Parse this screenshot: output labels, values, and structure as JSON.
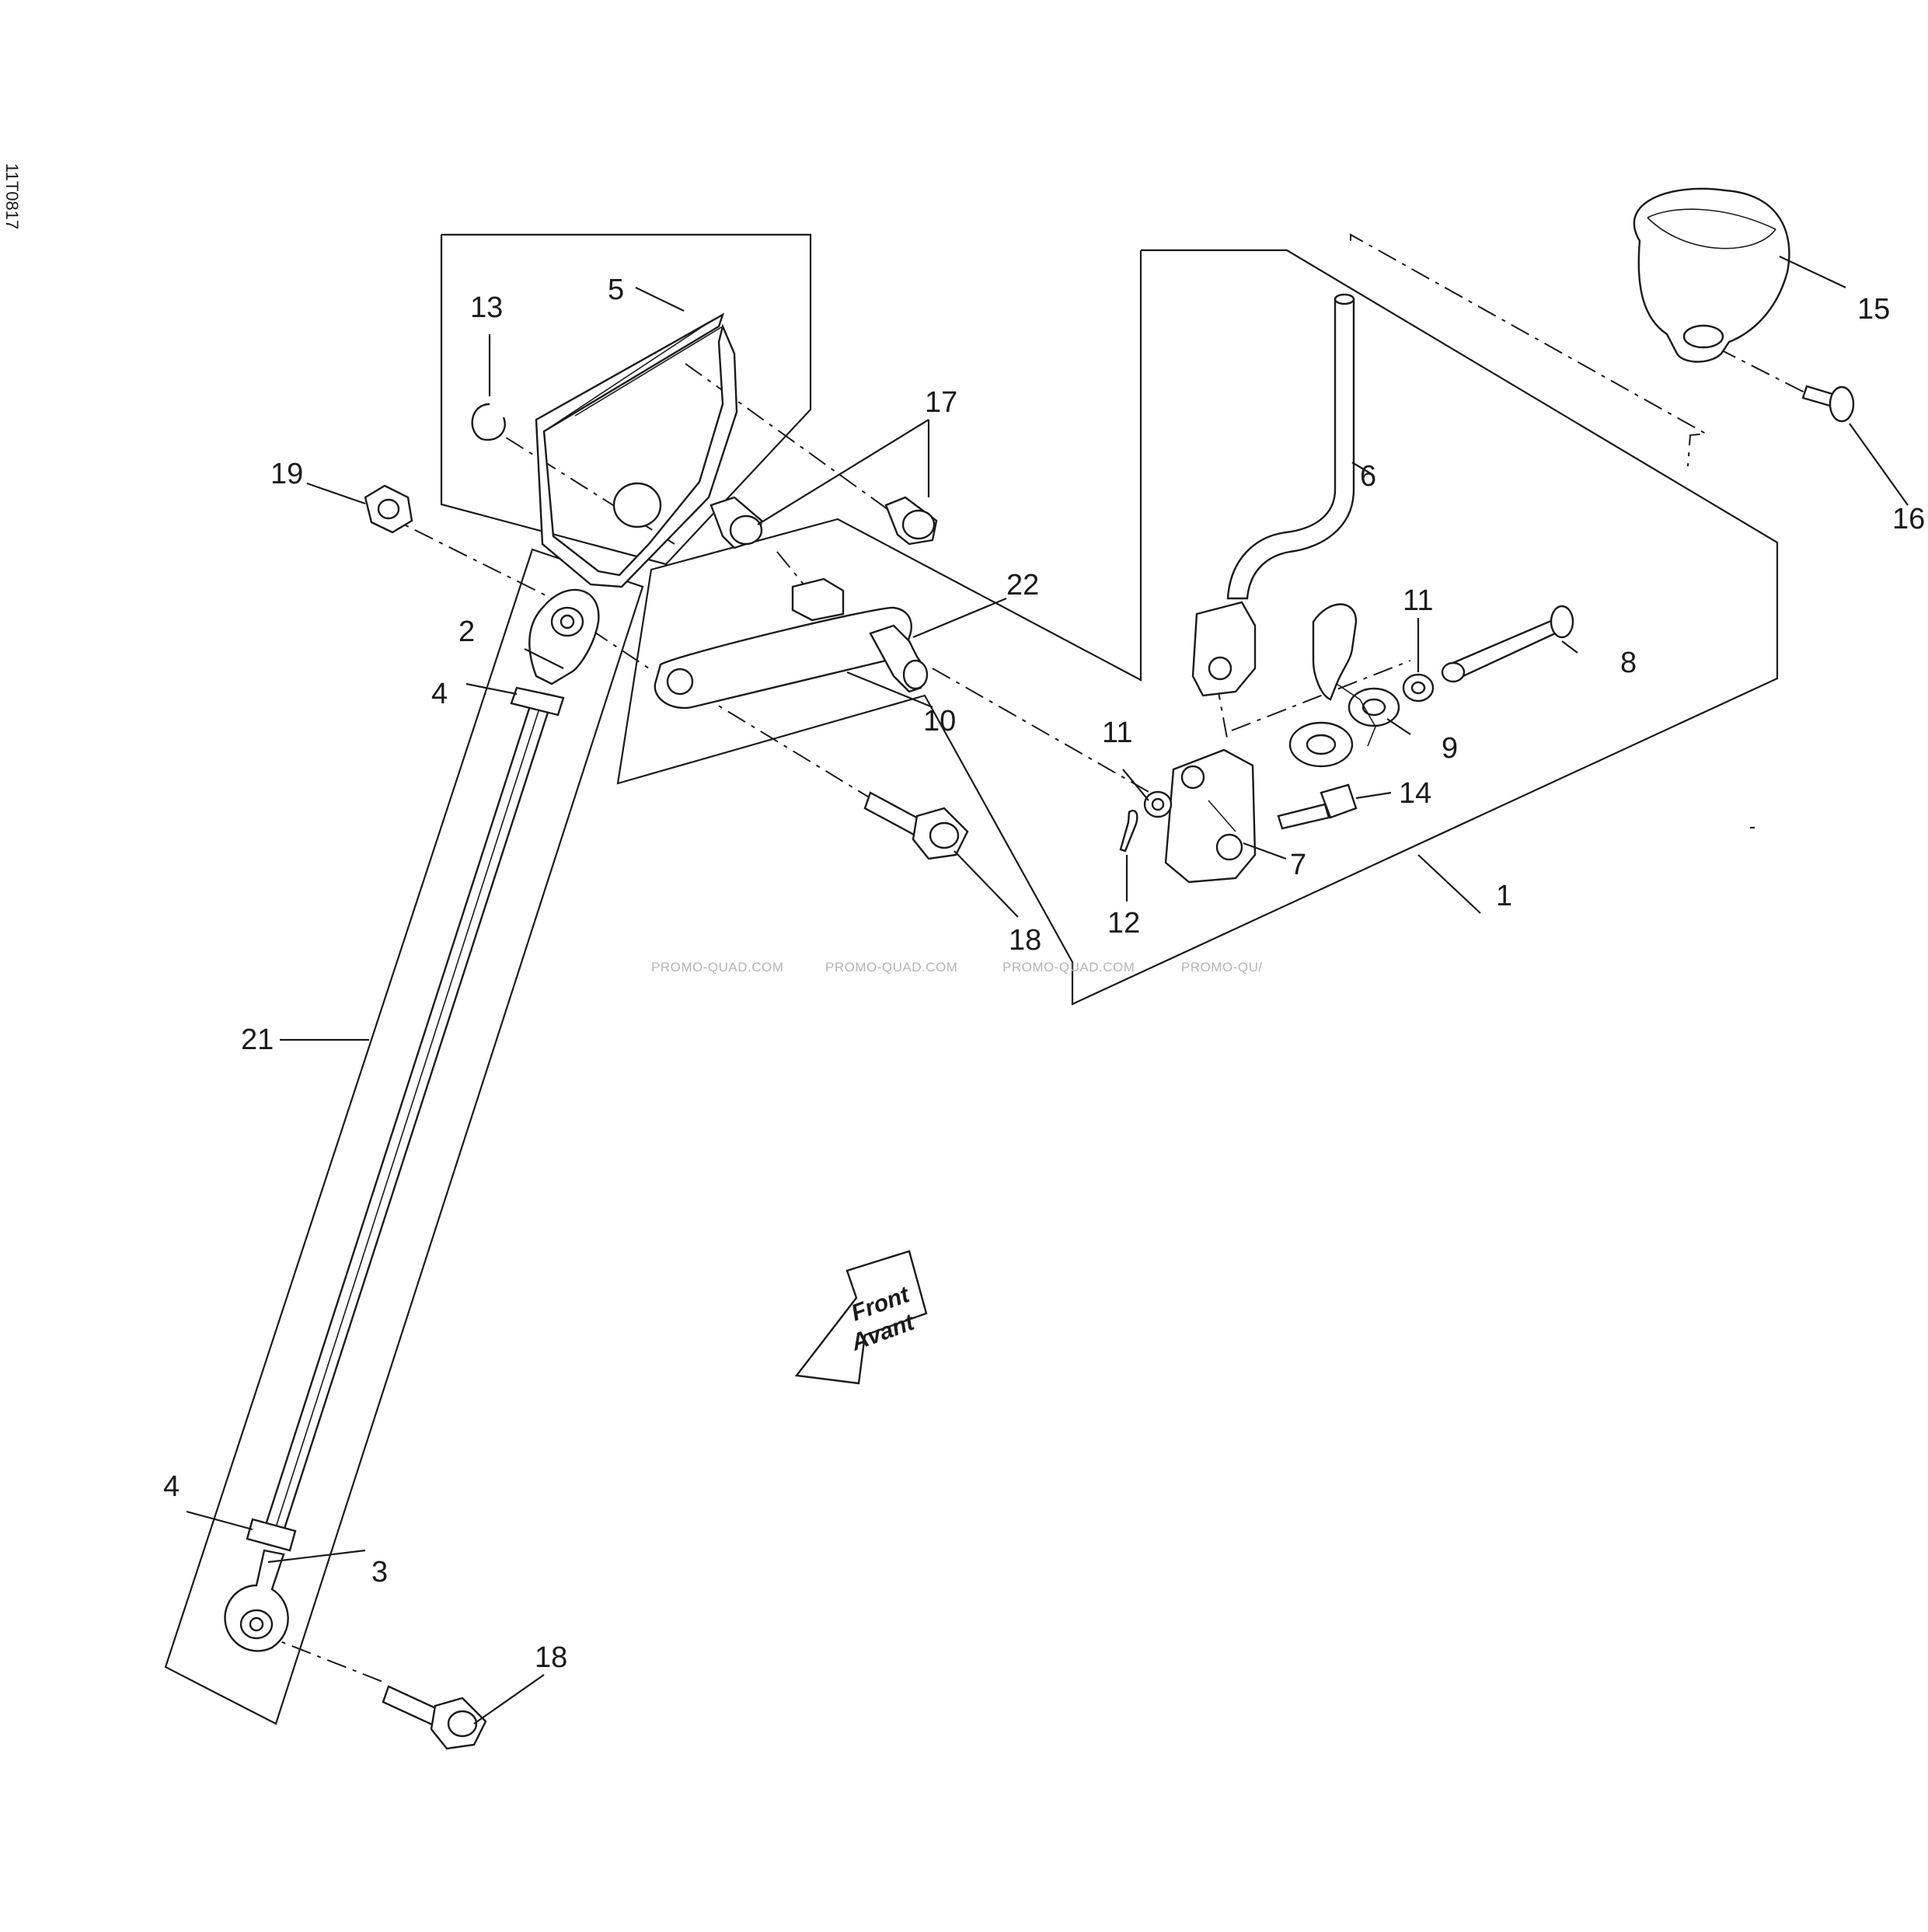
{
  "drawing_code": "11T0817",
  "watermarks": [
    "PROMO-QUAD.COM",
    "PROMO-QUAD.COM",
    "PROMO-QUAD.COM",
    "PROMO-QU/"
  ],
  "direction_arrow": {
    "line1": "Front",
    "line2": "Avant"
  },
  "callouts": [
    {
      "id": "c1",
      "label": "1"
    },
    {
      "id": "c2",
      "label": "2"
    },
    {
      "id": "c3",
      "label": "3"
    },
    {
      "id": "c4a",
      "label": "4"
    },
    {
      "id": "c4b",
      "label": "4"
    },
    {
      "id": "c5",
      "label": "5"
    },
    {
      "id": "c6",
      "label": "6"
    },
    {
      "id": "c7",
      "label": "7"
    },
    {
      "id": "c8",
      "label": "8"
    },
    {
      "id": "c9",
      "label": "9"
    },
    {
      "id": "c10",
      "label": "10"
    },
    {
      "id": "c11a",
      "label": "11"
    },
    {
      "id": "c11b",
      "label": "11"
    },
    {
      "id": "c12",
      "label": "12"
    },
    {
      "id": "c13",
      "label": "13"
    },
    {
      "id": "c14",
      "label": "14"
    },
    {
      "id": "c15",
      "label": "15"
    },
    {
      "id": "c16",
      "label": "16"
    },
    {
      "id": "c17",
      "label": "17"
    },
    {
      "id": "c18a",
      "label": "18"
    },
    {
      "id": "c18b",
      "label": "18"
    },
    {
      "id": "c19",
      "label": "19"
    },
    {
      "id": "c21",
      "label": "21"
    },
    {
      "id": "c22",
      "label": "22"
    }
  ]
}
